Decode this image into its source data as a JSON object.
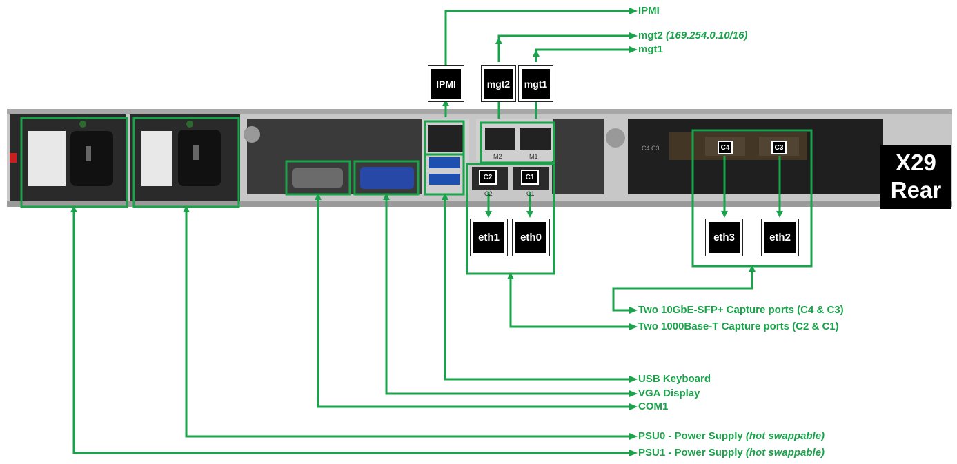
{
  "colors": {
    "accent": "#1aa34a",
    "chassis": "#bdbdbd",
    "dark": "#1a1a1a"
  },
  "title": {
    "line1": "X29",
    "line2": "Rear"
  },
  "port_boxes": {
    "ipmi": "IPMI",
    "mgt2": "mgt2",
    "mgt1": "mgt1",
    "eth1": "eth1",
    "eth0": "eth0",
    "eth3": "eth3",
    "eth2": "eth2"
  },
  "port_tags": {
    "c2": "C2",
    "c1": "C1",
    "c4": "C4",
    "c3": "C3"
  },
  "chassis_labels": {
    "m2": "M2",
    "m1": "M1",
    "c2": "C2",
    "c1": "C1",
    "c4c3": "C4 C3"
  },
  "callouts": {
    "ipmi": "IPMI",
    "mgt2": "mgt2",
    "mgt2_ip": "(169.254.0.10/16)",
    "mgt1": "mgt1",
    "sfp": "Two 10GbE-SFP+ Capture ports (C4 & C3)",
    "copper": "Two 1000Base-T Capture ports (C2  & C1)",
    "usb": "USB Keyboard",
    "vga": "VGA Display",
    "com": "COM1",
    "psu0": "PSU0 - Power Supply",
    "psu0_note": "(hot swappable)",
    "psu1": "PSU1 - Power Supply",
    "psu1_note": "(hot swappable)"
  }
}
